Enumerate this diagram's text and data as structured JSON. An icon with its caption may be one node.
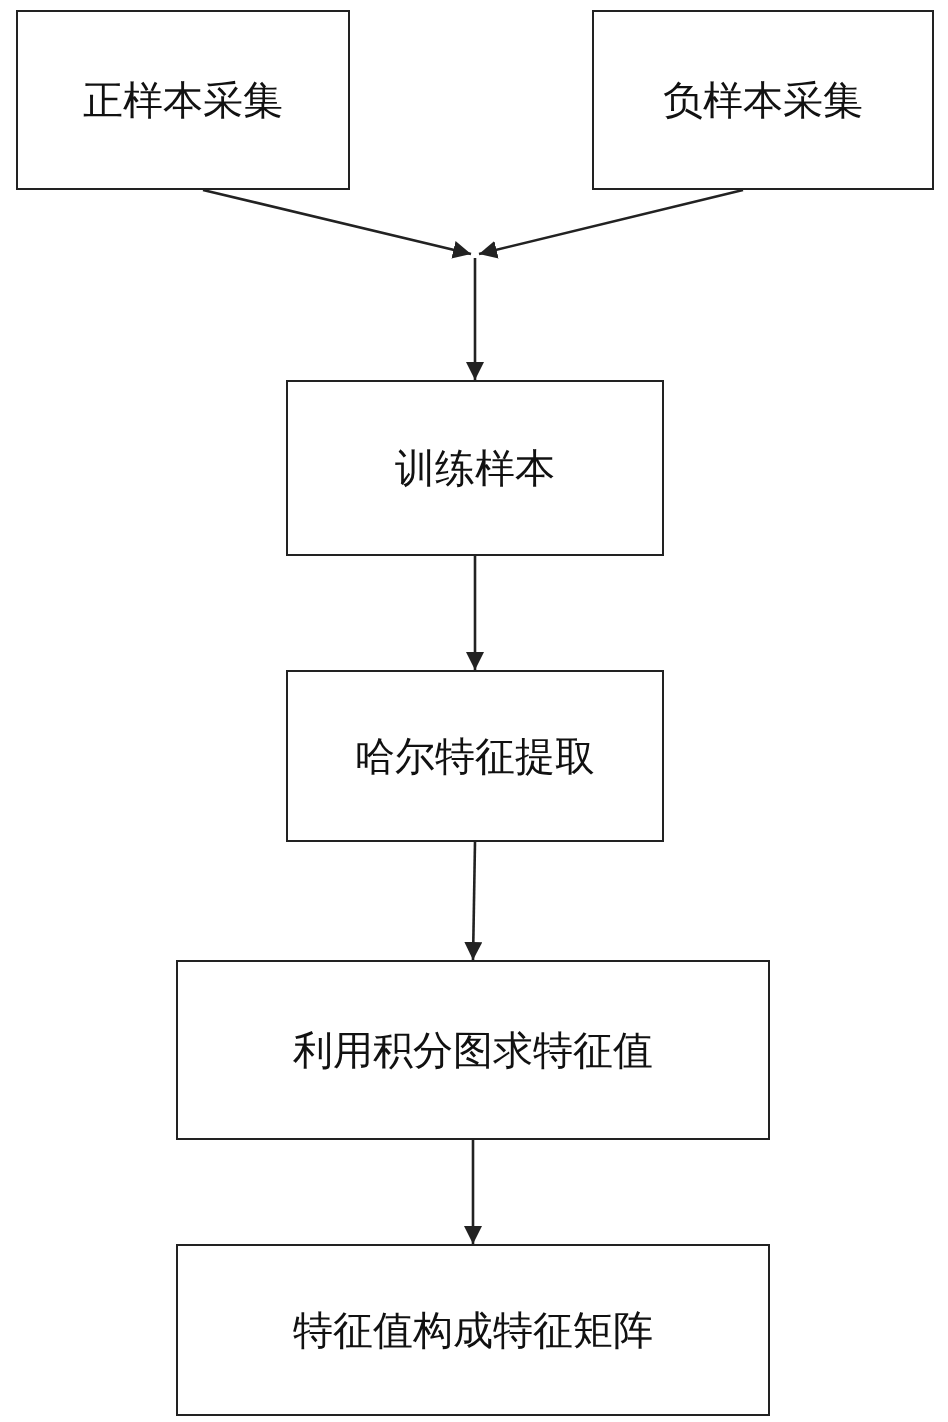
{
  "diagram": {
    "nodes": [
      {
        "text": [
          "正样本采集"
        ]
      },
      {
        "text": [
          "负样本采集"
        ]
      },
      {
        "text": [
          "训练样本"
        ]
      },
      {
        "text": [
          "哈尔特征提取"
        ]
      },
      {
        "text": [
          "利用积分图求特征值"
        ]
      },
      {
        "text": [
          "特征值构成特征矩阵"
        ]
      }
    ],
    "edges": [
      {
        "from": 0,
        "to": 2,
        "arrow": "to"
      },
      {
        "from": 1,
        "to": 2,
        "arrow": "to"
      },
      {
        "from": 2,
        "to": 3,
        "arrow": "to"
      },
      {
        "from": 3,
        "to": 4,
        "arrow": "to"
      },
      {
        "from": 4,
        "to": 5,
        "arrow": "to"
      }
    ]
  }
}
